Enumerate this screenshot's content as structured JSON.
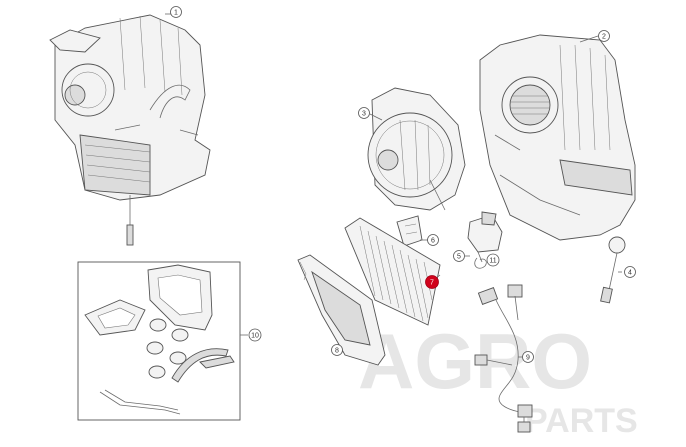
{
  "callouts": [
    {
      "id": "callout-1",
      "label": "1"
    },
    {
      "id": "callout-2",
      "label": "2"
    },
    {
      "id": "callout-3",
      "label": "3"
    },
    {
      "id": "callout-4",
      "label": "4"
    },
    {
      "id": "callout-5",
      "label": "5"
    },
    {
      "id": "callout-6",
      "label": "6"
    },
    {
      "id": "callout-7",
      "label": "7"
    },
    {
      "id": "callout-8",
      "label": "8"
    },
    {
      "id": "callout-9",
      "label": "9"
    },
    {
      "id": "callout-10",
      "label": "10"
    },
    {
      "id": "callout-11",
      "label": "11"
    }
  ],
  "watermark": {
    "line1": "AGRO",
    "line2": "PARTS"
  },
  "colors": {
    "line": "#555555",
    "highlight": "#d0021b",
    "watermark": "#e6e6e6"
  }
}
